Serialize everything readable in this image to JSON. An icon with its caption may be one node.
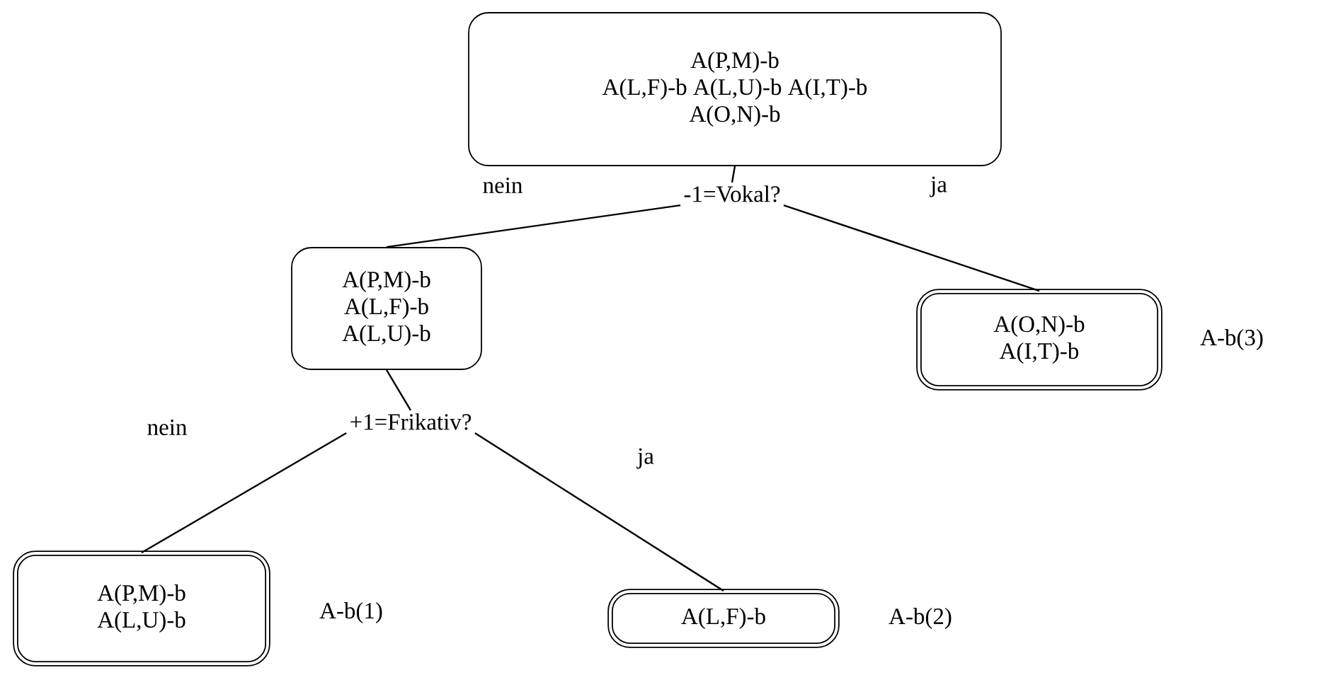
{
  "diagram": {
    "nodes": [
      {
        "text": [
          "A(P,M)-b",
          "A(L,F)-b A(L,U)-b A(I,T)-b",
          "A(O,N)-b"
        ]
      },
      {
        "text": [
          "-1=Vokal?"
        ]
      },
      {
        "text": [
          "A(P,M)-b",
          "A(L,F)-b",
          "A(L,U)-b"
        ]
      },
      {
        "text": [
          "A(O,N)-b",
          "A(I,T)-b"
        ],
        "beside": [
          "A-b(3)"
        ]
      },
      {
        "text": [
          "+1=Frikativ?"
        ]
      },
      {
        "text": [
          "A(P,M)-b",
          "A(L,U)-b"
        ],
        "beside": [
          "A-b(1)"
        ]
      },
      {
        "text": [
          "A(L,F)-b"
        ],
        "beside": [
          "A-b(2)"
        ]
      }
    ],
    "edges": [
      {
        "from": 0,
        "to": 1,
        "arrow": "none"
      },
      {
        "from": 1,
        "to": 2,
        "arrow": "none",
        "label": "nein"
      },
      {
        "from": 1,
        "to": 3,
        "arrow": "none",
        "label": "ja"
      },
      {
        "from": 2,
        "to": 4,
        "arrow": "none"
      },
      {
        "from": 4,
        "to": 5,
        "arrow": "none",
        "label": "nein"
      },
      {
        "from": 4,
        "to": 6,
        "arrow": "none",
        "label": "ja"
      }
    ]
  }
}
